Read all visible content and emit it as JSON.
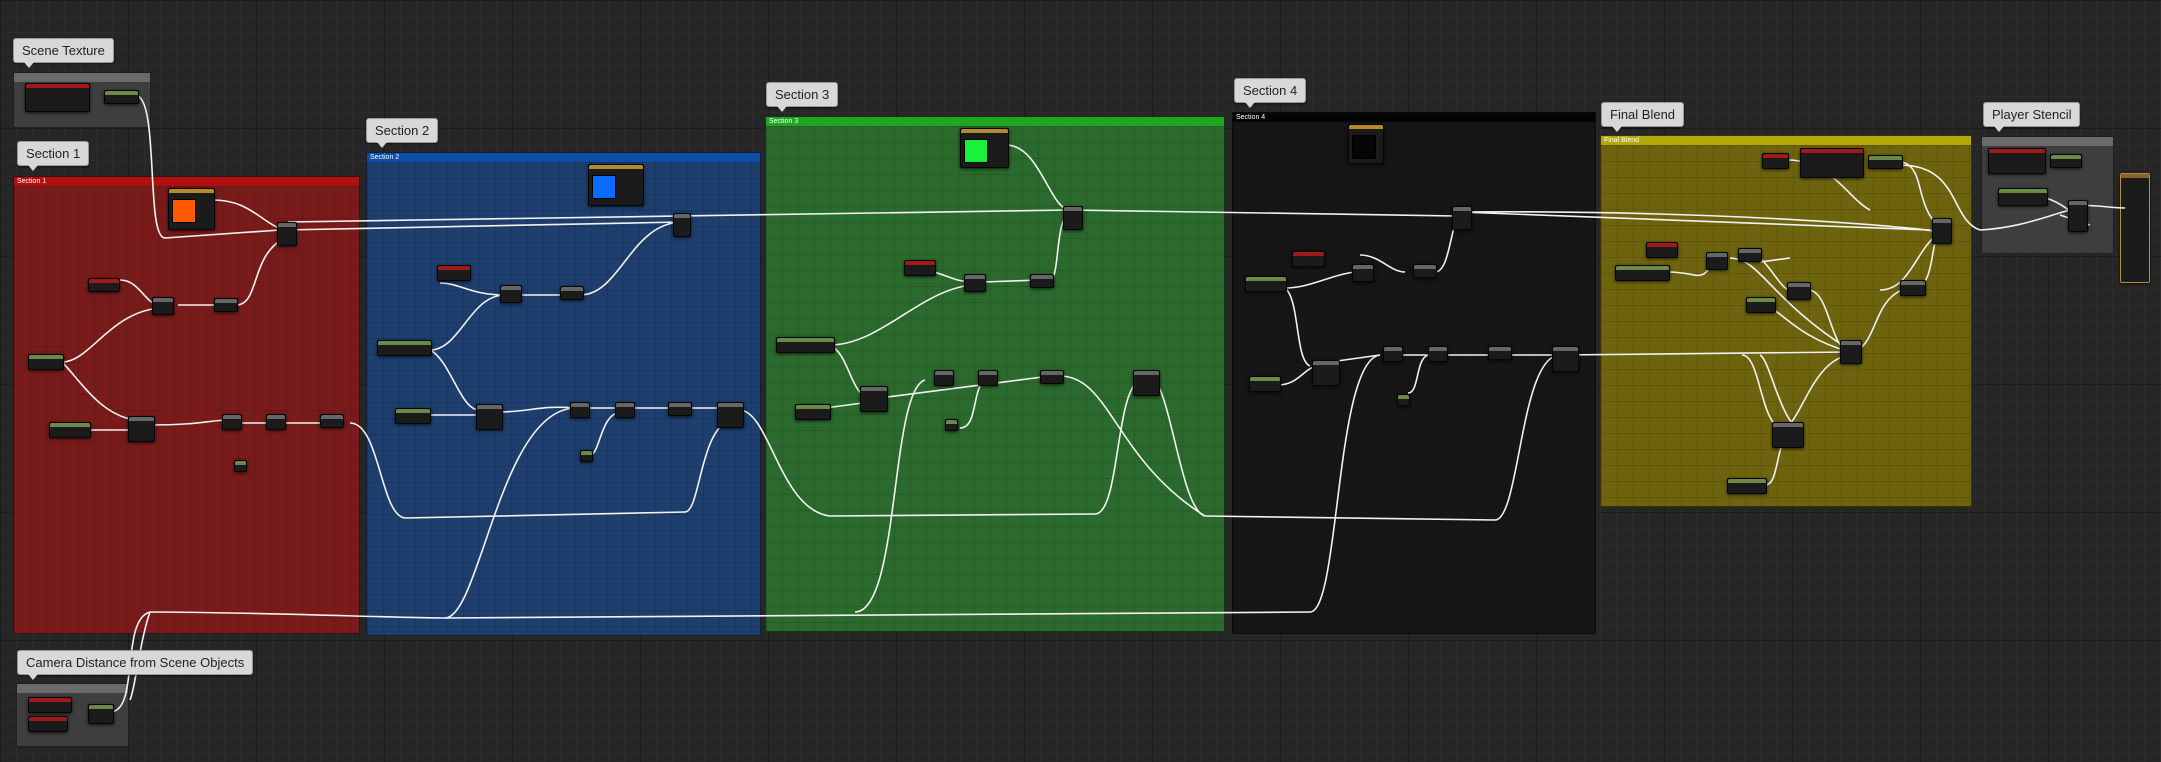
{
  "comments": {
    "scene_texture": "Scene Texture",
    "section_1": "Section 1",
    "section_2": "Section 2",
    "section_3": "Section 3",
    "section_4": "Section 4",
    "final_blend": "Final Blend",
    "player_stencil": "Player Stencil",
    "camera_distance": "Camera Distance from Scene Objects"
  },
  "boxes": {
    "section_1": "Section 1",
    "section_2": "Section 2",
    "section_3": "Section 3",
    "section_4": "Section 4",
    "final_blend": "Final Blend"
  },
  "colors": {
    "section_1": "#7a1b1b",
    "section_1_header": "#b01010",
    "section_2": "#1e3f6e",
    "section_2_header": "#0d4fa8",
    "section_3": "#2a6a2c",
    "section_3_header": "#1ea61e",
    "section_4": "#161616",
    "section_4_header": "#050505",
    "final_blend": "#6e6410",
    "final_blend_header": "#b3a90a",
    "swatch_orange": "#ff5a00",
    "swatch_blue": "#0a6cff",
    "swatch_green": "#19f23a",
    "swatch_black": "#050505",
    "wire": "#f2f2f2"
  }
}
